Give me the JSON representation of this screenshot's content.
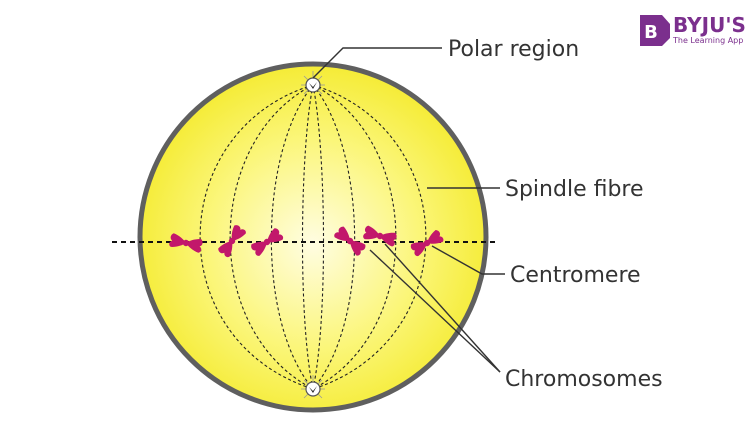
{
  "logo": {
    "name": "BYJU'S",
    "tagline": "The Learning App",
    "letter": "B",
    "color": "#7b2f8d"
  },
  "labels": {
    "polar_region": "Polar region",
    "spindle_fibre": "Spindle fibre",
    "centromere": "Centromere",
    "chromosomes": "Chromosomes"
  },
  "colors": {
    "cell_fill": "#f7f03c",
    "cell_center": "#fffde0",
    "cell_border": "#5f5f5f",
    "chromosome": "#c2186b",
    "text": "#333333"
  }
}
